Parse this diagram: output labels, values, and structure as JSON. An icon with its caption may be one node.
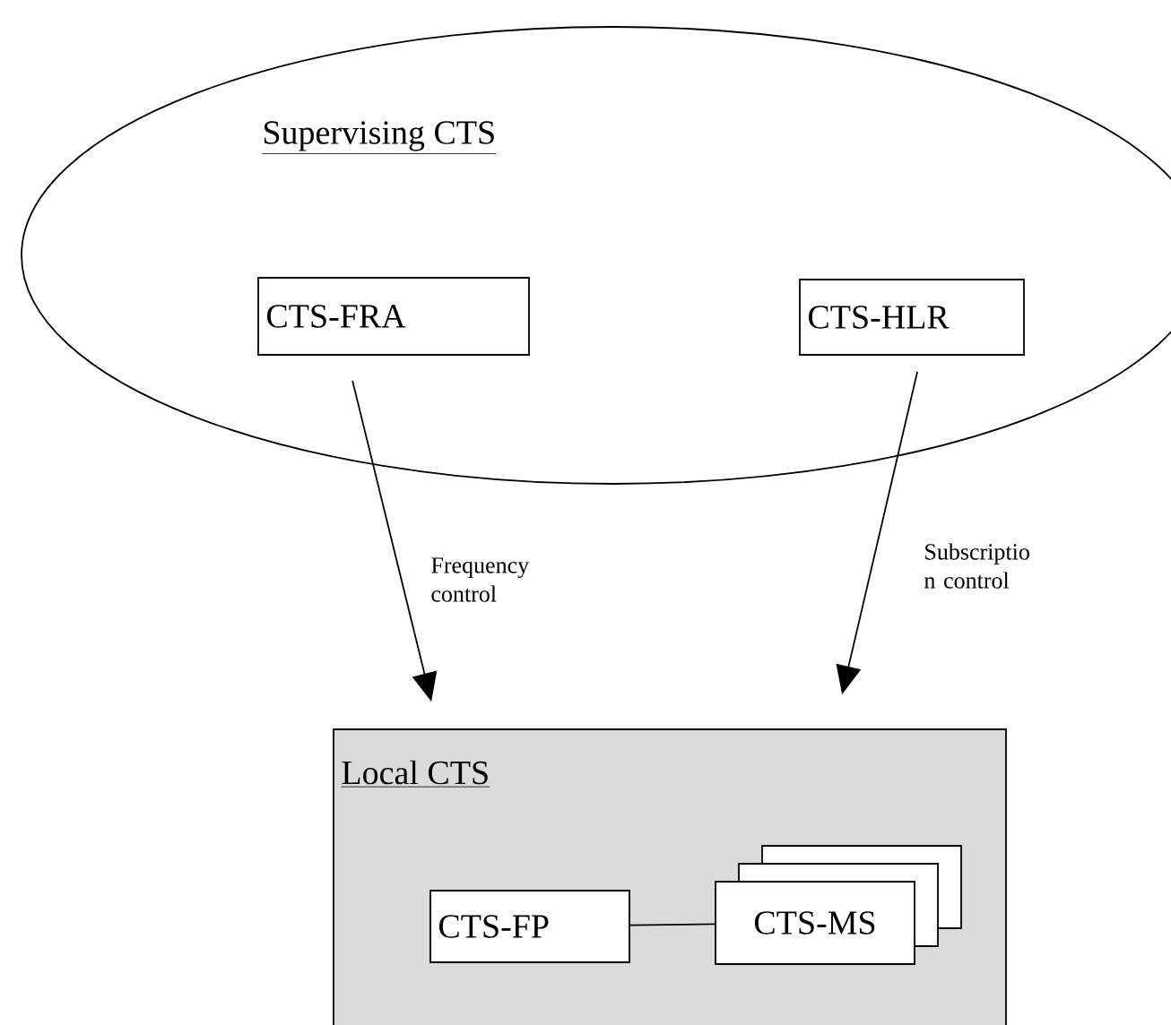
{
  "diagram": {
    "nodes": [
      {
        "text": [
          "Supervising CTS"
        ]
      },
      {
        "text": [
          "CTS-FRA"
        ],
        "in": 0
      },
      {
        "text": [
          "CTS-HLR"
        ],
        "in": 0
      },
      {
        "text": [
          "Local CTS"
        ]
      },
      {
        "text": [
          "CTS-FP"
        ],
        "in": 3
      },
      {
        "text": [
          "CTS-MS"
        ],
        "in": 3
      }
    ],
    "edges": [
      {
        "from": 1,
        "to": 3,
        "arrow": "to",
        "label": "Frequency control"
      },
      {
        "from": 2,
        "to": 3,
        "arrow": "to",
        "label": "Subscriptio n control"
      },
      {
        "from": 4,
        "to": 5,
        "arrow": "none"
      }
    ]
  }
}
